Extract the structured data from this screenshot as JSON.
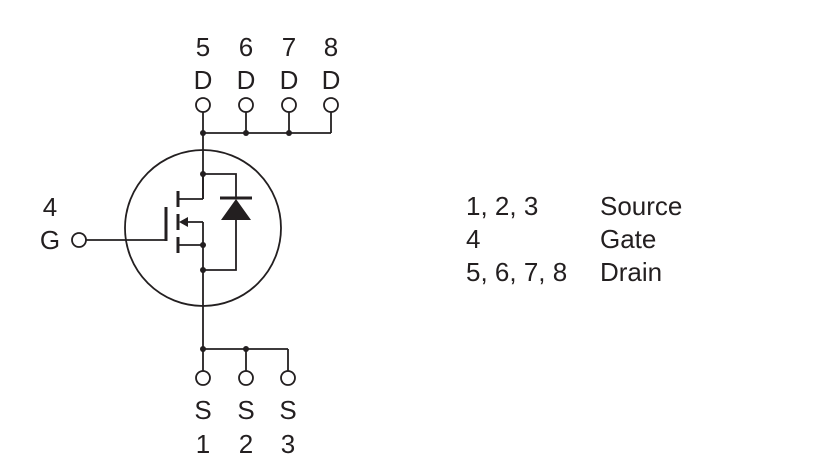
{
  "pins_top": [
    {
      "number": "5",
      "label": "D"
    },
    {
      "number": "6",
      "label": "D"
    },
    {
      "number": "7",
      "label": "D"
    },
    {
      "number": "8",
      "label": "D"
    }
  ],
  "pins_bottom": [
    {
      "number": "1",
      "label": "S"
    },
    {
      "number": "2",
      "label": "S"
    },
    {
      "number": "3",
      "label": "S"
    }
  ],
  "gate_pin": {
    "number": "4",
    "label": "G"
  },
  "legend": [
    {
      "pins": "1, 2, 3",
      "function": "Source"
    },
    {
      "pins": "4",
      "function": "Gate"
    },
    {
      "pins": "5, 6, 7, 8",
      "function": "Drain"
    }
  ],
  "colors": {
    "ink": "#231f20",
    "background": "#ffffff"
  }
}
